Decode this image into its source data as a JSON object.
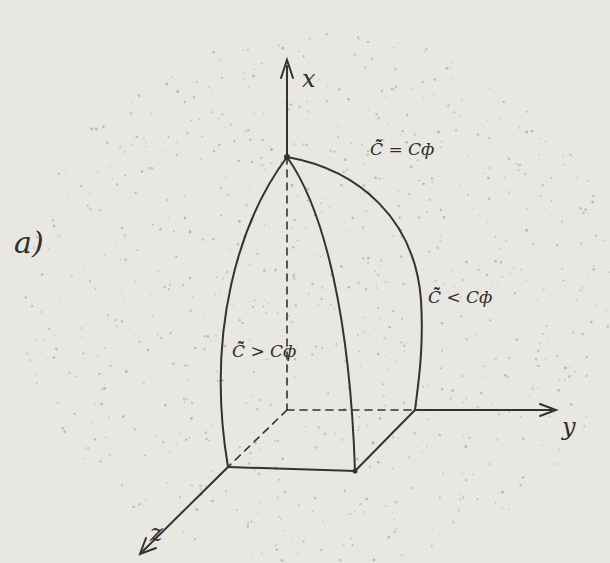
{
  "diagram": {
    "labels": [
      "a)",
      "x",
      "y",
      "z",
      "C̃̃ = Cф",
      "C̃̃ < Cф",
      "C̃̃ > Cф"
    ]
  }
}
